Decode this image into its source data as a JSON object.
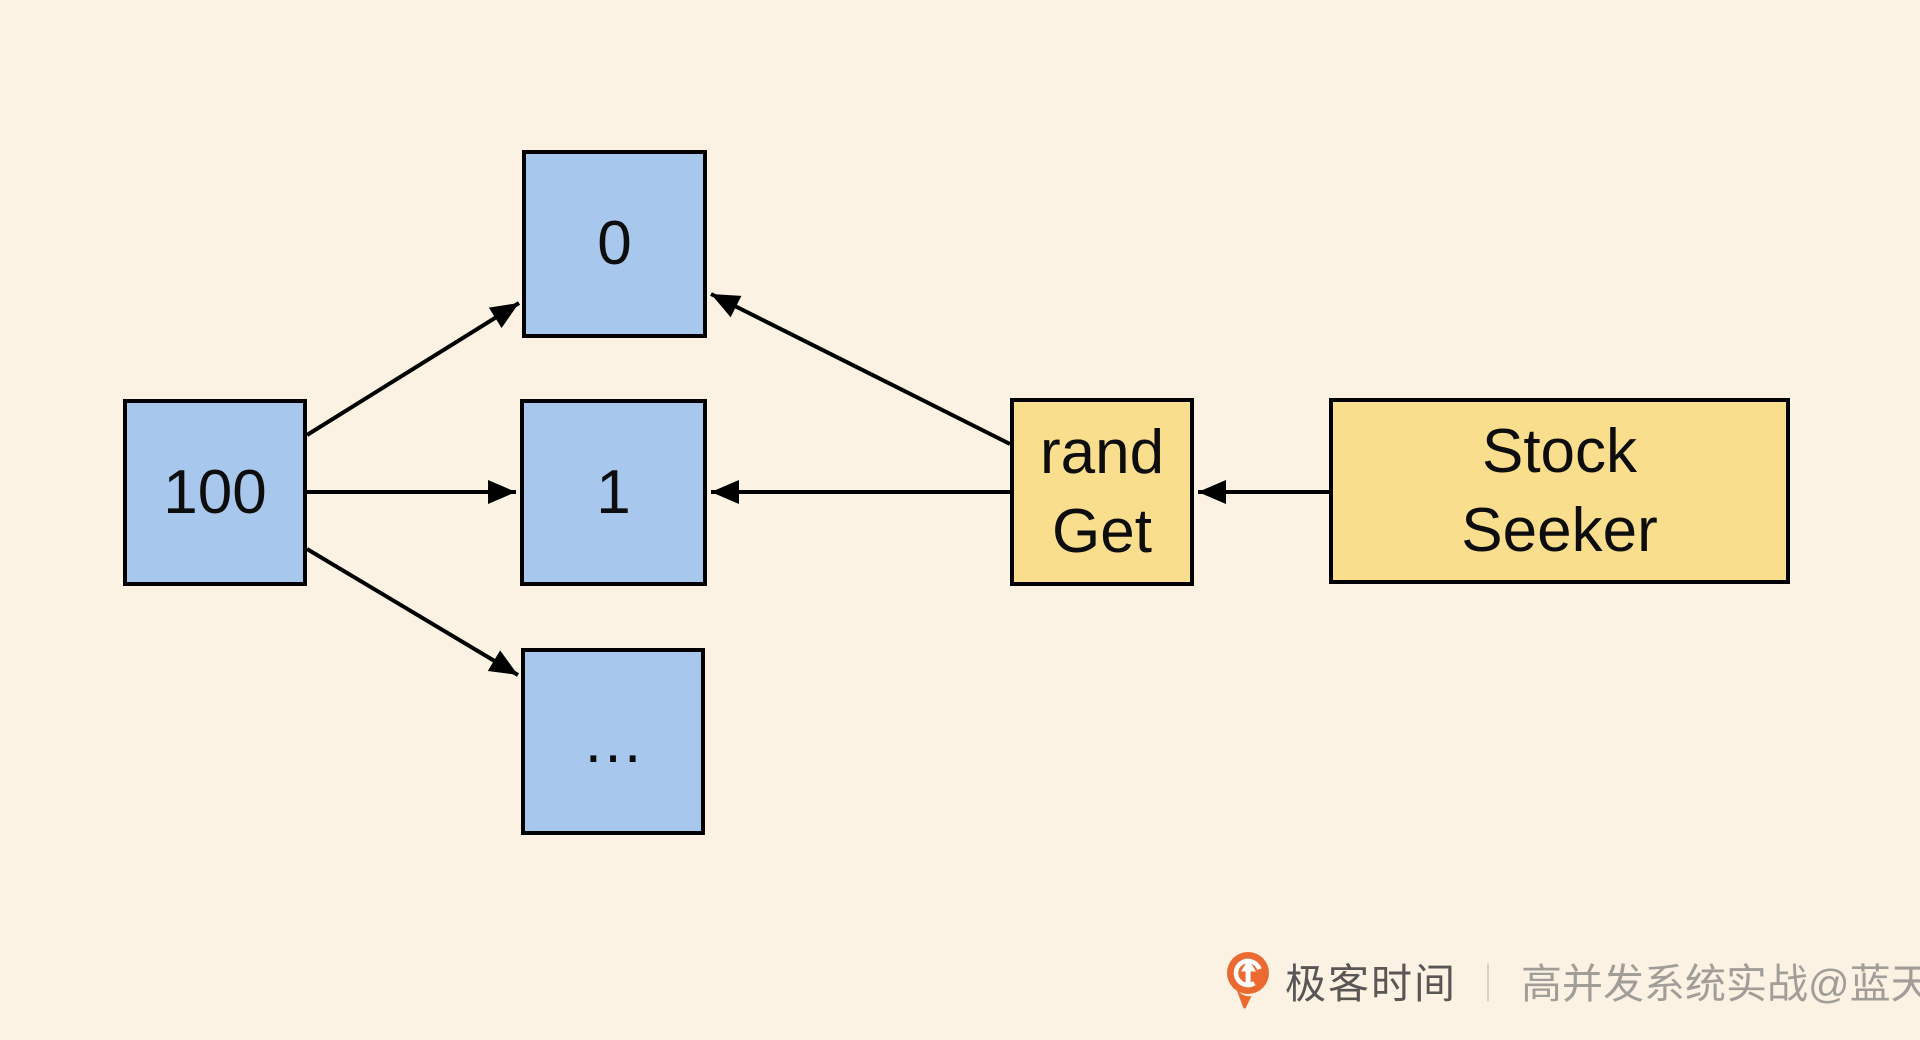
{
  "page": {
    "background": "#FBF2E3"
  },
  "diagram": {
    "nodes": {
      "total": {
        "label": "100"
      },
      "shard0": {
        "label": "0"
      },
      "shard1": {
        "label": "1"
      },
      "shardMore": {
        "label": "…"
      },
      "randGet": {
        "line1": "rand",
        "line2": "Get"
      },
      "stockSeeker": {
        "line1": "Stock",
        "line2": "Seeker"
      }
    },
    "edges": [
      {
        "from": "100",
        "to": "0"
      },
      {
        "from": "100",
        "to": "1"
      },
      {
        "from": "100",
        "to": "…"
      },
      {
        "from": "rand Get",
        "to": "0"
      },
      {
        "from": "rand Get",
        "to": "1"
      },
      {
        "from": "Stock Seeker",
        "to": "rand Get"
      }
    ],
    "colors": {
      "node_blue": "#A7C7EC",
      "node_yellow": "#F9DE8E",
      "border": "#000000",
      "arrow": "#000000",
      "background": "#FBF2E3"
    }
  },
  "watermark": {
    "logo_icon": "geektime-logo-icon",
    "brand": "极客时间",
    "divider": "｜",
    "credit": "高并发系统实战@蓝天",
    "brand_color": "#5A5655",
    "credit_color": "#A19D98",
    "logo_color": "#EA6A30"
  }
}
